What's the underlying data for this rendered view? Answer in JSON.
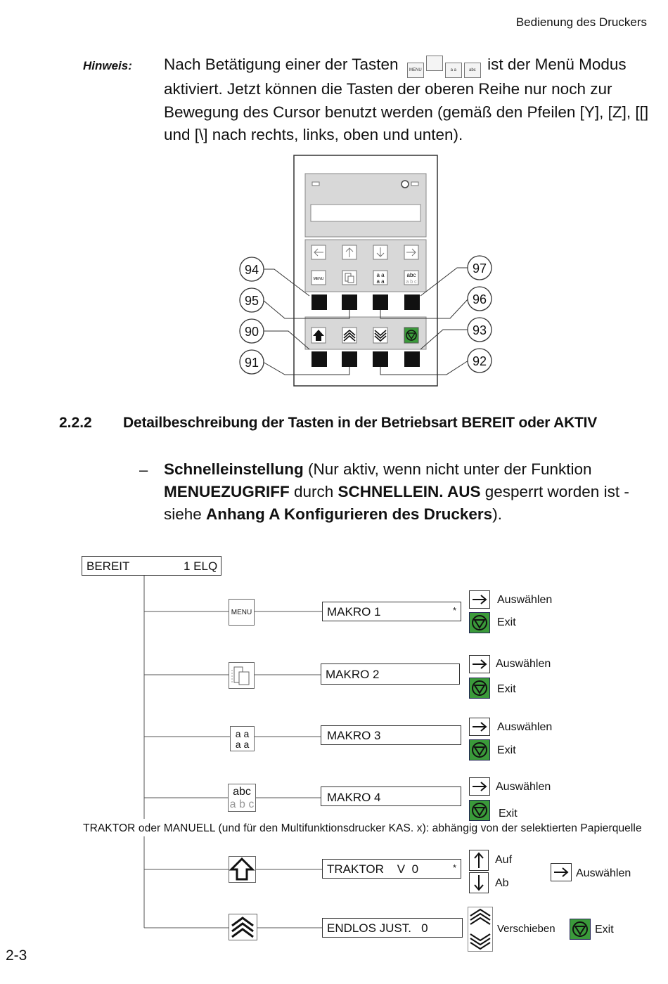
{
  "header": {
    "title": "Bedienung des Druckers"
  },
  "hinweis": {
    "label": "Hinweis:",
    "text_before": "Nach Betätigung einer der Tasten",
    "text_after": " ist der Menü Modus aktiviert. Jetzt können die Tasten der oberen Reihe nur noch zur Bewegung des Cursor benutzt werden (gemäß den Pfeilen [Y], [Z], [[] und [\\] nach rechts, links, oben und unten).",
    "key_icons": [
      "MENU",
      "copy-icon",
      "aa-icon",
      "abc-icon"
    ]
  },
  "panel": {
    "callouts": [
      "94",
      "95",
      "90",
      "91",
      "97",
      "96",
      "93",
      "92"
    ],
    "key_labels": {
      "menu": "MENU",
      "aa": "a a",
      "abc": "abc"
    }
  },
  "section": {
    "number": "2.2.2",
    "title": "Detailbeschreibung der Tasten in der Betriebsart BEREIT oder AKTIV"
  },
  "bullet": {
    "dash": "–",
    "t1": "Schnelleinstellung",
    "t2": " (Nur aktiv, wenn nicht unter der Funktion ",
    "t3": "MENUEZUGRIFF",
    "t4": " durch ",
    "t5": "SCHNELLEIN. AUS",
    "t6": " gesperrt worden ist - siehe ",
    "t7": "Anhang A Konfigurieren des Druckers",
    "t8": ")."
  },
  "diagram": {
    "status_left": "BEREIT",
    "status_right": "1 ELQ",
    "menu_key": "MENU",
    "aa_key": "a a",
    "abc_key_top": "abc",
    "abc_key_bottom": "a b c",
    "makros": [
      "MAKRO 1",
      "MAKRO 2",
      "MAKRO 3",
      "MAKRO 4"
    ],
    "star": "*",
    "select": "Auswählen",
    "exit": "Exit",
    "traktor_note": "TRAKTOR oder MANUELL (und für den Multifunktionsdrucker KAS. x): abhängig von der selektierten Papierquelle",
    "traktor_box": "TRAKTOR    V  0",
    "up": "Auf",
    "down": "Ab",
    "endlos_box": "ENDLOS JUST.   0",
    "shift": "Verschieben"
  },
  "footer": {
    "page": "2-3"
  },
  "colors": {
    "green": "#3a9a3a",
    "lcd": "#cfcfcf"
  }
}
